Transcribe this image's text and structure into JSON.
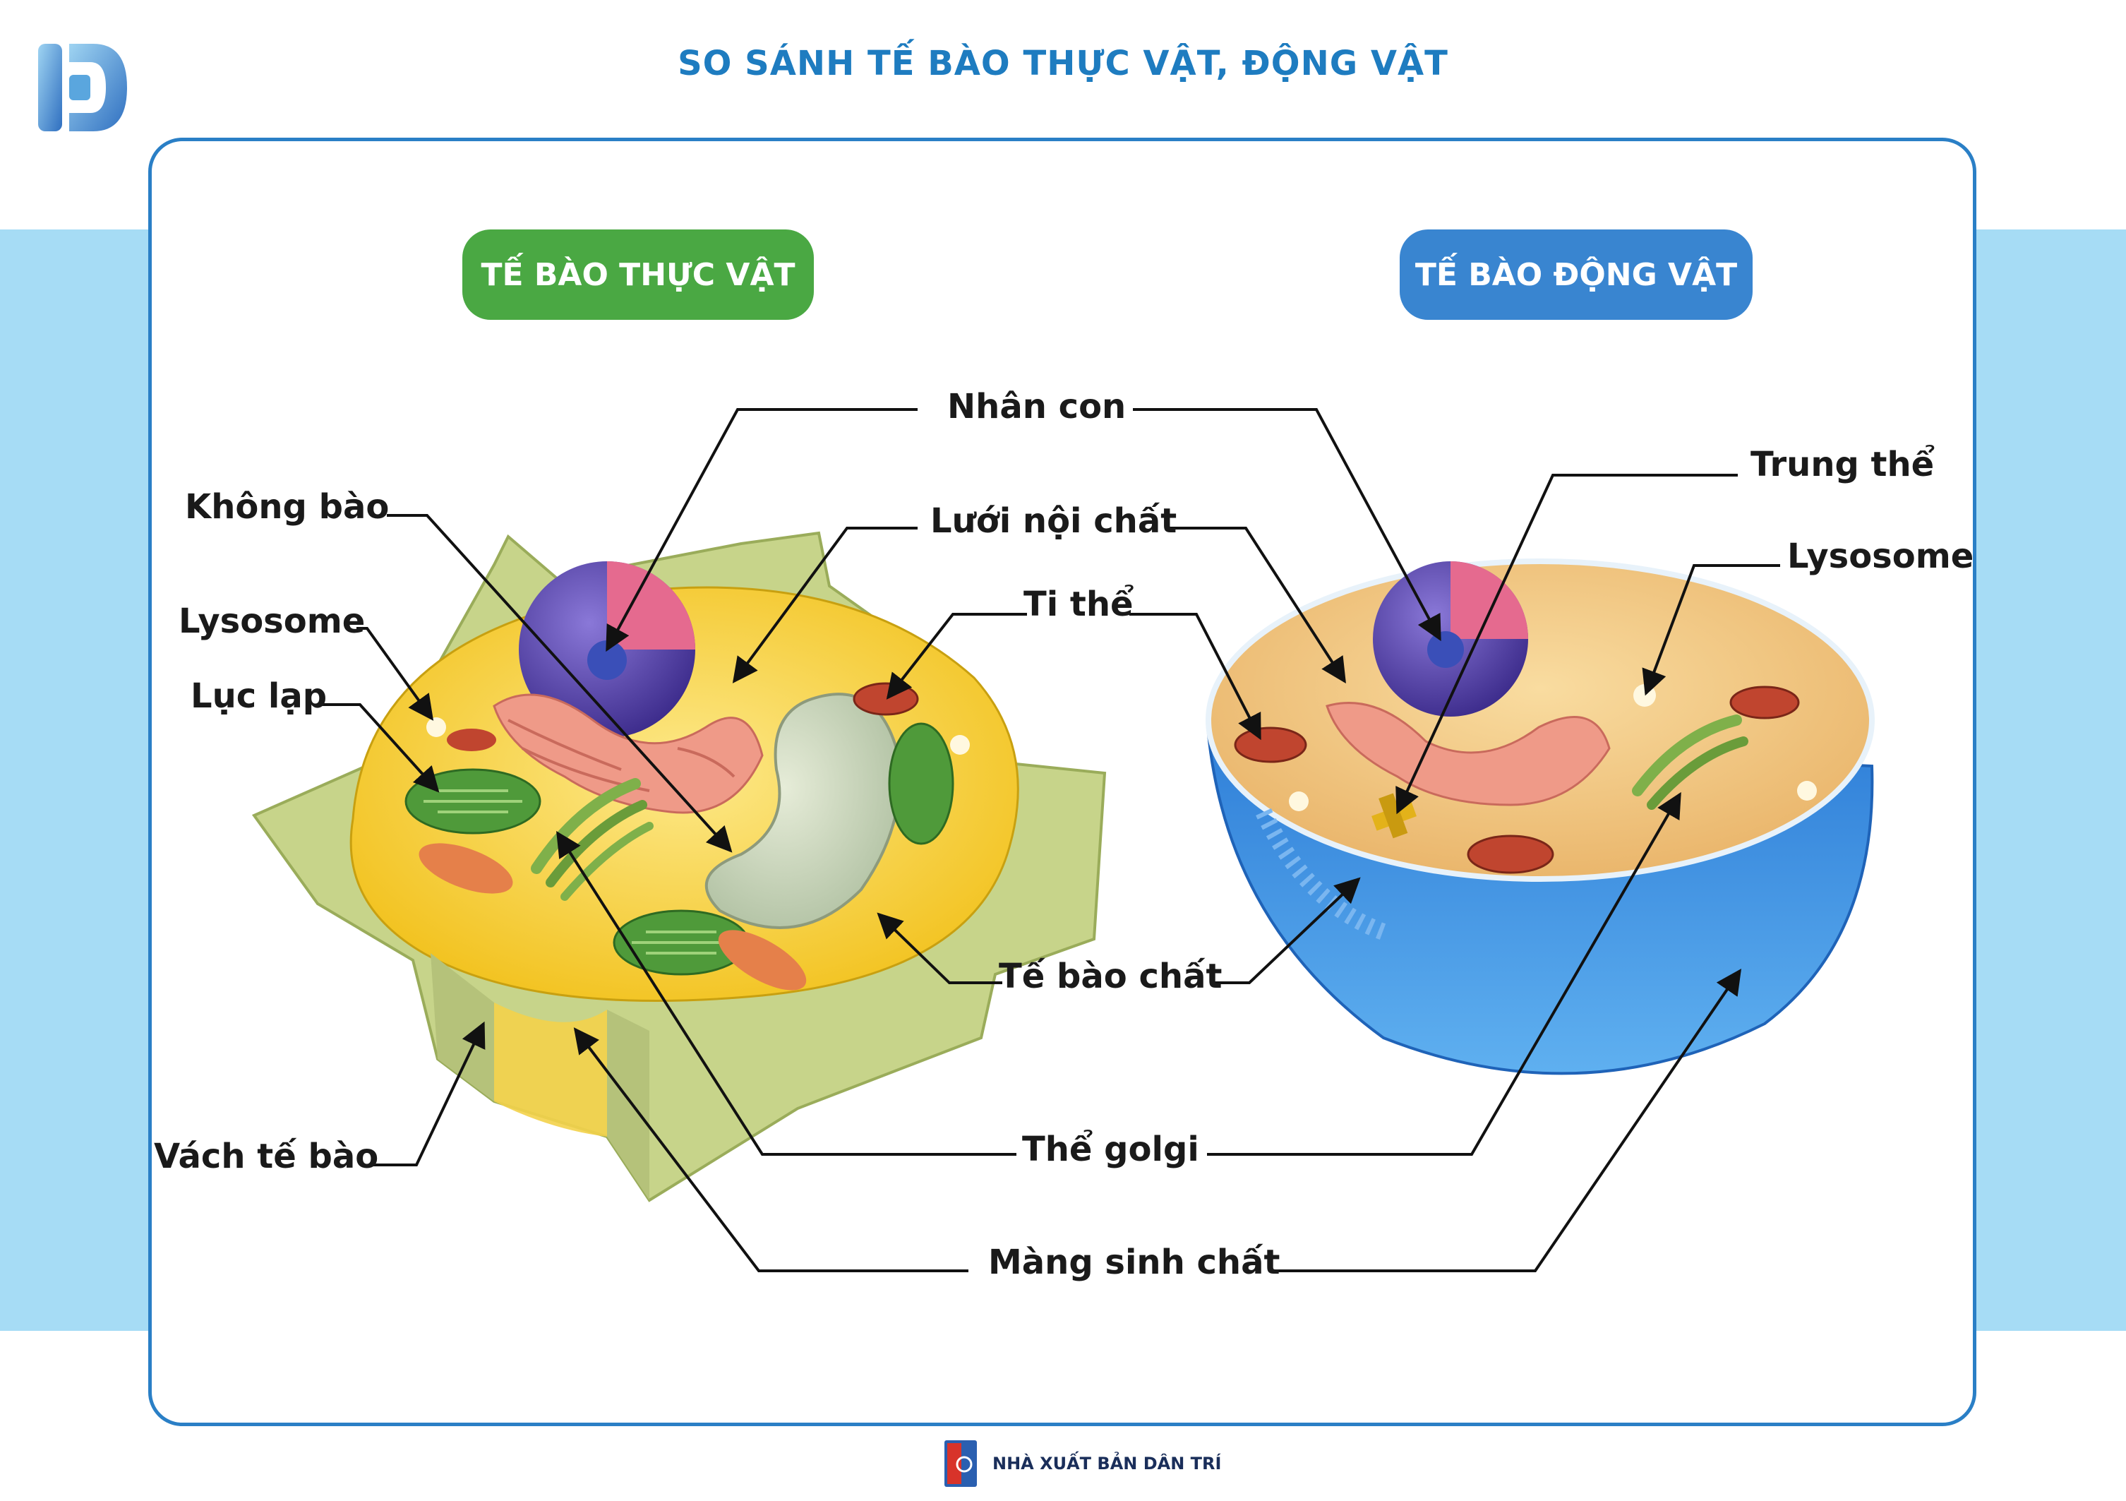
{
  "title": "SO SÁNH TẾ BÀO THỰC VẬT, ĐỘNG VẬT",
  "plant_header": "TẾ BÀO THỰC VẬT",
  "animal_header": "TẾ BÀO ĐỘNG VẬT",
  "labels": {
    "nhan_con": "Nhân con",
    "khong_bao": "Không bào",
    "luoi_noi_chat": "Lưới nội chất",
    "lysosome_left": "Lysosome",
    "ti_the": "Ti thể",
    "luc_lap": "Lục lạp",
    "trung_the": "Trung thể",
    "lysosome_right": "Lysosome",
    "te_bao_chat": "Tế bào chất",
    "vach_te_bao": "Vách tế bào",
    "the_golgi": "Thể golgi",
    "mang_sinh_chat": "Màng sinh chất"
  },
  "publisher": "NHÀ XUẤT BẢN DÂN TRÍ",
  "colors": {
    "brand_blue": "#1e7cc0",
    "plant_green": "#4aa843",
    "animal_blue": "#3985d0",
    "band_blue": "#a6dcf5"
  }
}
